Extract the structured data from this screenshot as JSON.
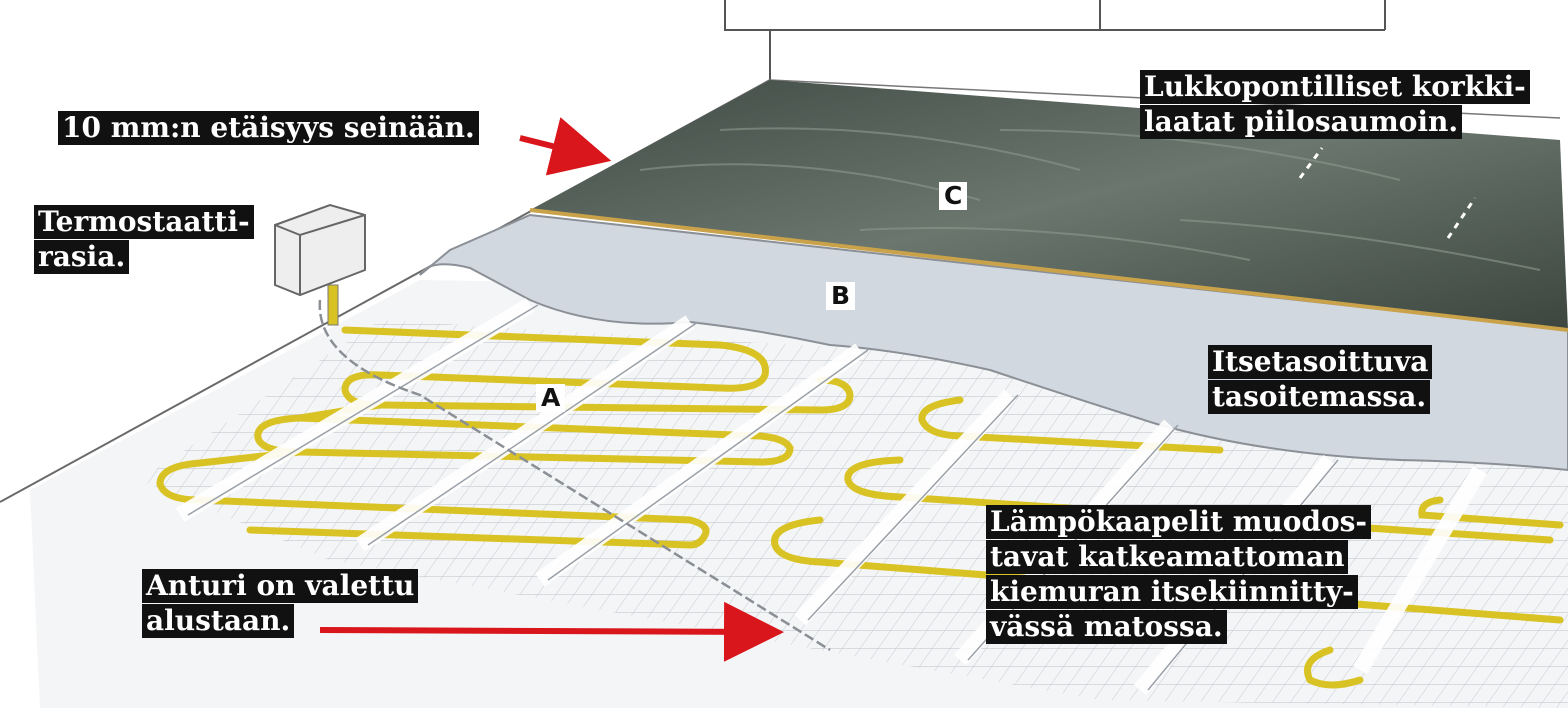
{
  "labels": {
    "wall_gap": {
      "lines": [
        "10 mm:n etäisyys seinään."
      ]
    },
    "thermostat": {
      "lines": [
        "Termostaatti-",
        "rasia."
      ]
    },
    "cork_tiles": {
      "lines": [
        "Lukkopontilliset korkki-",
        "laatat piilosaumoin."
      ]
    },
    "leveling": {
      "lines": [
        "Itsetasoittuva",
        "tasoitemassa."
      ]
    },
    "cables": {
      "lines": [
        "Lämpökaapelit muodos-",
        "tavat katkeamattoman",
        "kiemuran itsekiinnitty-",
        "vässä matossa."
      ]
    },
    "sensor": {
      "lines": [
        "Anturi on valettu",
        "alustaan."
      ]
    }
  },
  "layers": {
    "a": "A",
    "b": "B",
    "c": "C"
  },
  "colors": {
    "arrow": "#d9161c",
    "cable": "#d9c324",
    "cork": "#4e5a52",
    "leveling": "#d2d8e0",
    "mesh": "#b9bec5",
    "label_bg": "#111111"
  }
}
